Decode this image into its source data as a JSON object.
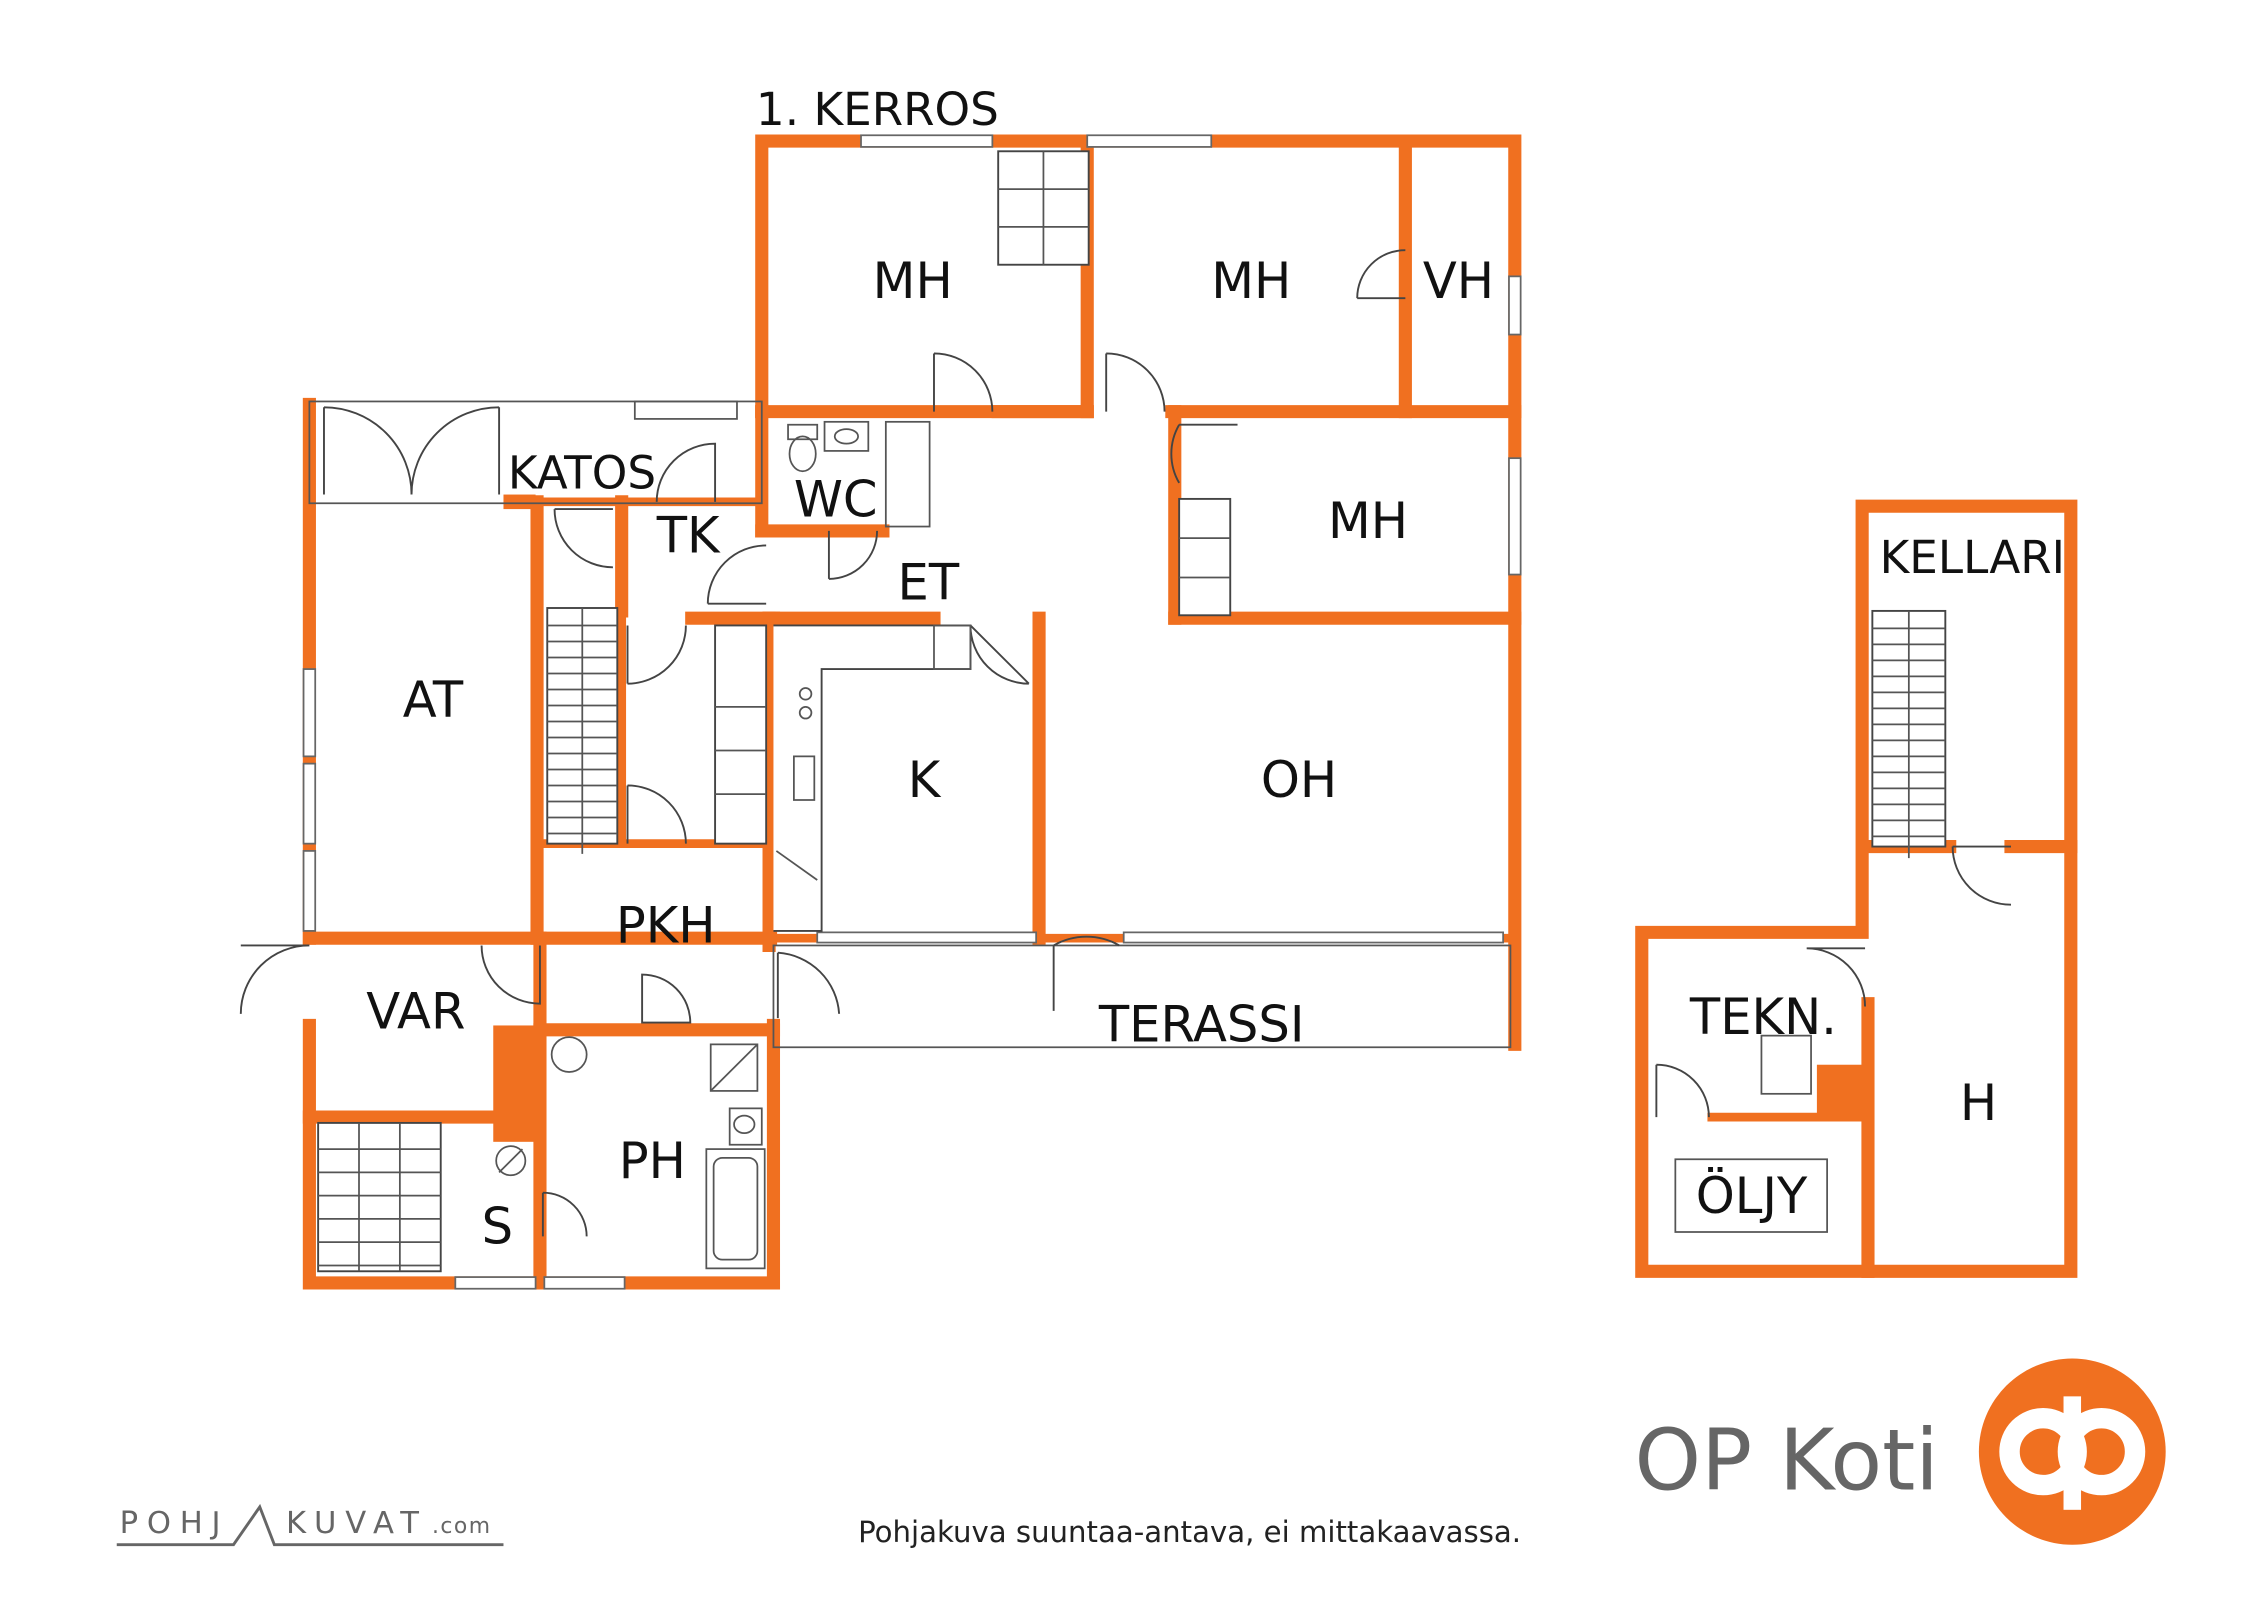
{
  "plan": {
    "floor_title": "1. KERROS",
    "rooms": {
      "mh1": "MH",
      "mh2": "MH",
      "vh": "VH",
      "mh3": "MH",
      "katos": "KATOS",
      "tk": "TK",
      "wc": "WC",
      "et": "ET",
      "at": "AT",
      "k": "K",
      "oh": "OH",
      "pkh": "PKH",
      "var": "VAR",
      "ph": "PH",
      "s": "S",
      "terassi": "TERASSI"
    }
  },
  "basement": {
    "rooms": {
      "kellari": "KELLARI",
      "tekn": "TEKN.",
      "h": "H",
      "oljy": "ÖLJY"
    }
  },
  "footer": {
    "disclaimer": "Pohjakuva suuntaa-antava, ei mittakaavassa.",
    "brand": "OP Koti",
    "pohjakuvat_left": "POHJ",
    "pohjakuvat_right": "KUVAT",
    "pohjakuvat_suffix": ".com"
  },
  "colors": {
    "wall": "#F07020",
    "text": "#111111",
    "brand_grey": "#666666"
  },
  "icons": [
    "op-logo-icon"
  ]
}
